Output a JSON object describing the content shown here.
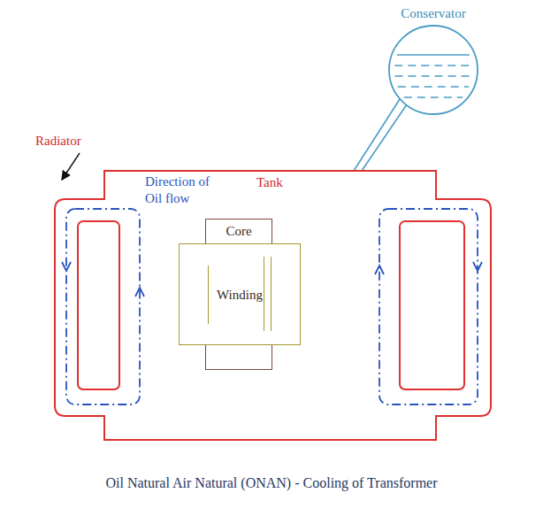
{
  "diagram": {
    "caption": "Oil Natural Air Natural (ONAN) - Cooling of Transformer",
    "nodes": [
      {
        "text": [
          "Conservator"
        ]
      },
      {
        "text": [
          "Core"
        ]
      },
      {
        "text": [
          "Winding"
        ]
      }
    ],
    "labels": [
      "Radiator",
      "Tank",
      "Direction of Oil flow"
    ]
  }
}
